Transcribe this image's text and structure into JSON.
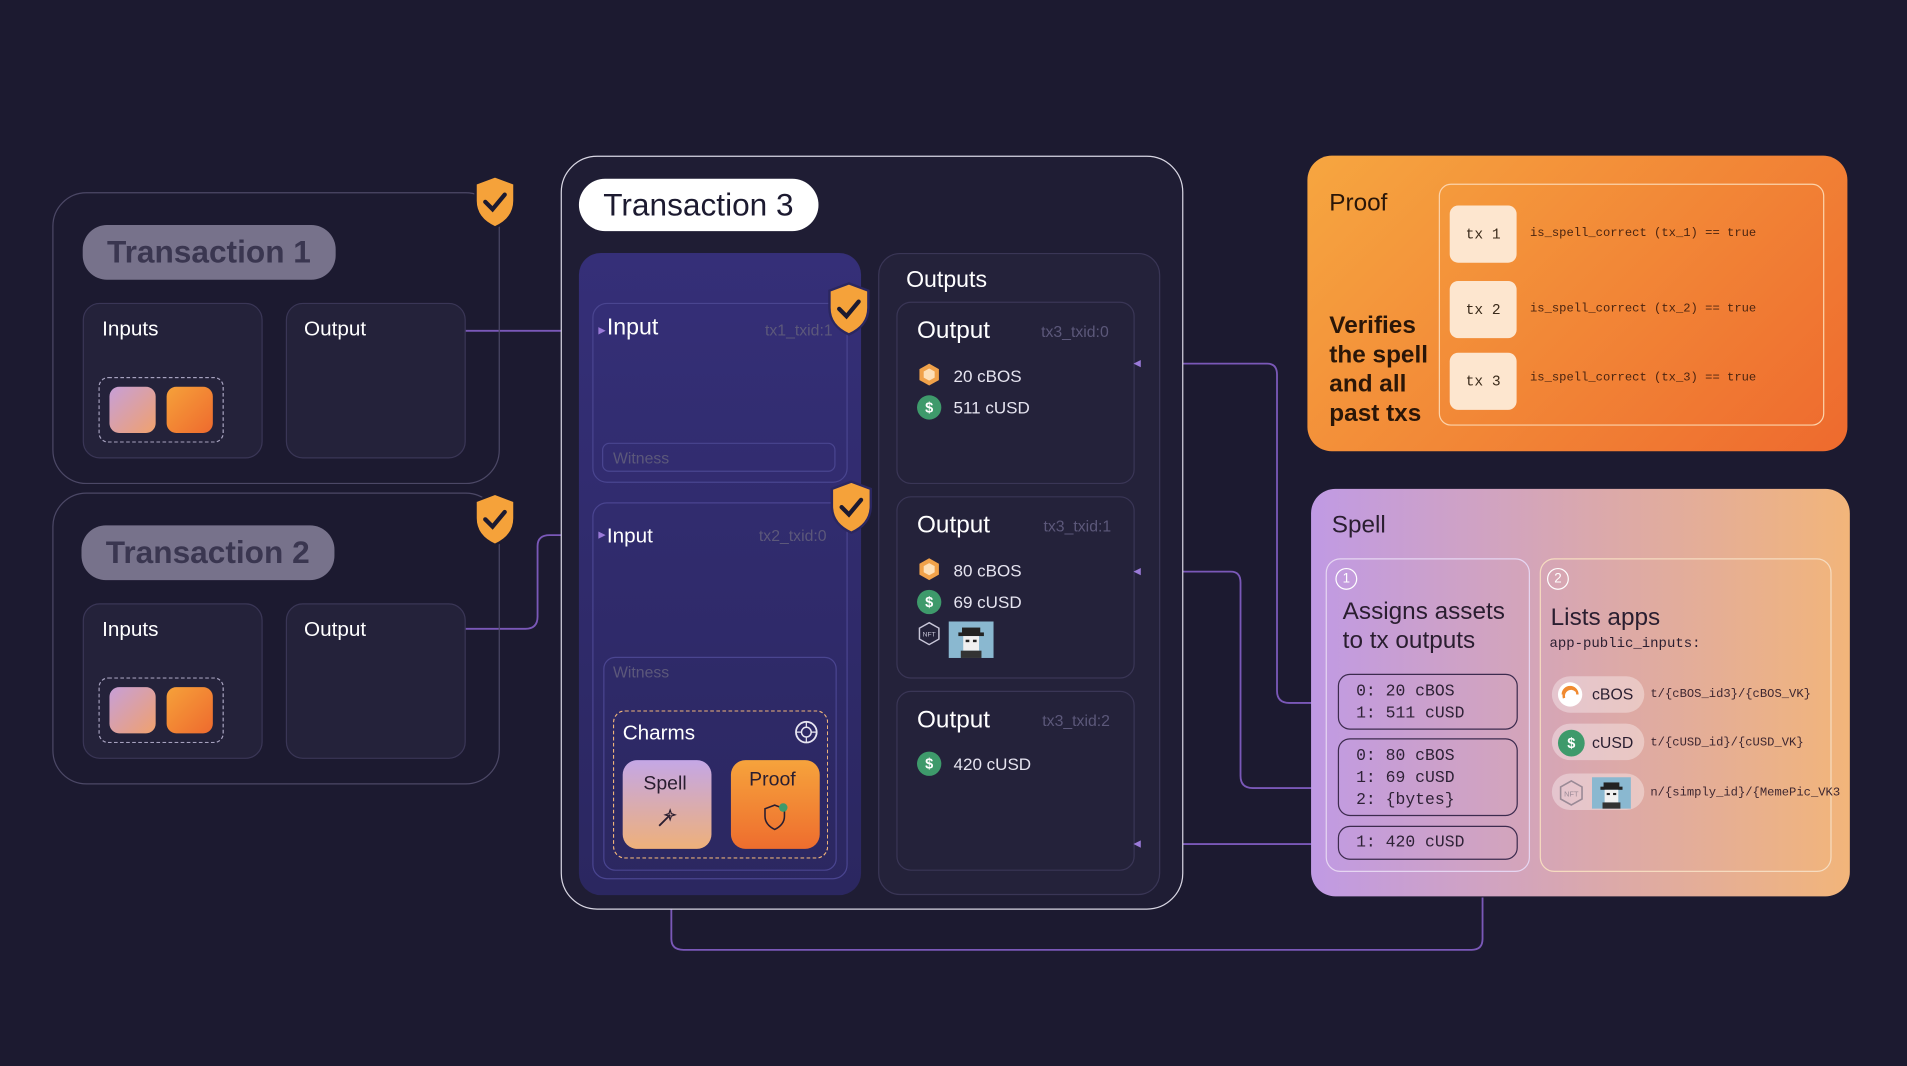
{
  "transactions": [
    {
      "title": "Transaction 1",
      "inputs_label": "Inputs",
      "output_label": "Output"
    },
    {
      "title": "Transaction 2",
      "inputs_label": "Inputs",
      "output_label": "Output"
    }
  ],
  "tx3": {
    "title": "Transaction 3",
    "inputs": [
      {
        "label": "Input",
        "txid": "tx1_txid:1",
        "witness": "Witness"
      },
      {
        "label": "Input",
        "txid": "tx2_txid:0",
        "witness": "Witness"
      }
    ],
    "charms": {
      "label": "Charms",
      "spell": "Spell",
      "proof": "Proof"
    },
    "outputs_label": "Outputs",
    "outputs": [
      {
        "label": "Output",
        "txid": "tx3_txid:0",
        "items": [
          "20 cBOS",
          "511 cUSD"
        ]
      },
      {
        "label": "Output",
        "txid": "tx3_txid:1",
        "items": [
          "80 cBOS",
          "69 cUSD"
        ],
        "nft_tag": "NFT"
      },
      {
        "label": "Output",
        "txid": "tx3_txid:2",
        "items": [
          "420 cUSD"
        ]
      }
    ]
  },
  "proof": {
    "title": "Proof",
    "caption": "Verifies the spell and all past txs",
    "rows": [
      {
        "tx": "tx 1",
        "code": "is_spell_correct (tx_1) == true"
      },
      {
        "tx": "tx 2",
        "code": "is_spell_correct (tx_2) == true"
      },
      {
        "tx": "tx 3",
        "code": "is_spell_correct (tx_3) == true"
      }
    ]
  },
  "spell": {
    "title": "Spell",
    "step1": {
      "num": "1",
      "title": "Assigns assets to tx outputs",
      "boxes": [
        "0: 20 cBOS\n1: 511 cUSD",
        "0: 80 cBOS\n1: 69 cUSD\n2: {bytes}",
        "1: 420 cUSD"
      ]
    },
    "step2": {
      "num": "2",
      "title": "Lists apps",
      "subtitle": "app-public_inputs:",
      "apps": [
        {
          "name": "cBOS",
          "path": "t/{cBOS_id3}/{cBOS_VK}"
        },
        {
          "name": "cUSD",
          "path": "t/{cUSD_id}/{cUSD_VK}"
        },
        {
          "name": "NFT",
          "path": "n/{simply_id}/{MemePic_VK3"
        }
      ]
    }
  },
  "colors": {
    "bg": "#1c1a30",
    "accent_purple": "#8a5cc8",
    "orange": "#f0812f",
    "check": "#f5a23a"
  }
}
